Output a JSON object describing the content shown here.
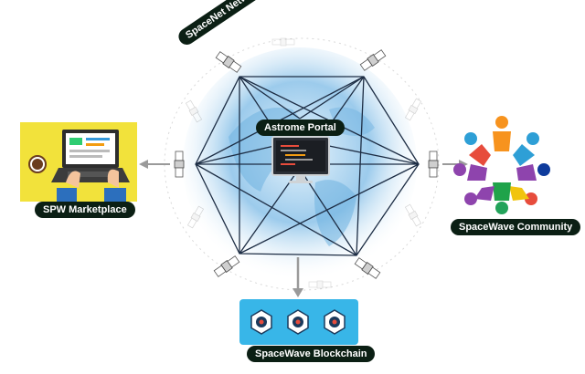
{
  "labels": {
    "network": "SpaceNet Network",
    "portal": "Astrome Portal",
    "marketplace": "SPW Marketplace",
    "community": "SpaceWave Community",
    "blockchain": "SpaceWave Blockchain"
  },
  "colors": {
    "marketplace_bg": "#f2e23b",
    "blockchain_bg": "#38b6e8",
    "label_bg": "#0b1f14",
    "network_line": "#1d2d44",
    "globe": "#5aa6d8"
  },
  "community_figure_colors": [
    "#f7931e",
    "#2e9fd6",
    "#1fa34a",
    "#8e44ad",
    "#f1c40f",
    "#e74c3c",
    "#0e3b9c",
    "#22a35a"
  ]
}
